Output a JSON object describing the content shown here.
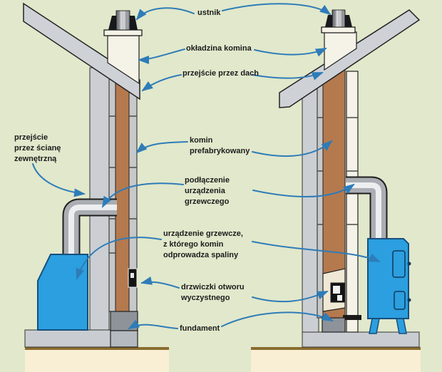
{
  "diagram_title": "",
  "labels": [
    {
      "id": "ustnik",
      "lines": [
        "ustnik"
      ]
    },
    {
      "id": "okladzina-komina",
      "lines": [
        "okładzina komina"
      ]
    },
    {
      "id": "przejscie-przez-dach",
      "lines": [
        "przejście przez dach"
      ]
    },
    {
      "id": "komin-prefabrykowany",
      "lines": [
        "komin",
        "prefabrykowany"
      ]
    },
    {
      "id": "podlaczenie-urzadzenia",
      "lines": [
        "podłączenie",
        "urządzenia",
        "grzewczego"
      ]
    },
    {
      "id": "urzadzenie-grzewcze",
      "lines": [
        "urządzenie grzewcze,",
        "z którego komin",
        "odprowadza spaliny"
      ]
    },
    {
      "id": "drzwiczki",
      "lines": [
        "drzwiczki otworu",
        "wyczystnego"
      ]
    },
    {
      "id": "fundament",
      "lines": [
        "fundament"
      ]
    },
    {
      "id": "przejscie-przez-sciane",
      "lines": [
        "przejście",
        "przez ścianę",
        "zewnętrzną"
      ]
    }
  ],
  "arrows": [
    {
      "from": "ustnik",
      "to": "left-chimney-mouthpiece"
    },
    {
      "from": "ustnik",
      "to": "right-chimney-mouthpiece"
    },
    {
      "from": "okladzina-komina",
      "to": "left-chimney-cladding"
    },
    {
      "from": "okladzina-komina",
      "to": "right-chimney-cladding"
    },
    {
      "from": "przejscie-przez-dach",
      "to": "left-roof-penetration"
    },
    {
      "from": "przejscie-przez-dach",
      "to": "right-roof-penetration"
    },
    {
      "from": "komin-prefabrykowany",
      "to": "left-chimney-column"
    },
    {
      "from": "komin-prefabrykowany",
      "to": "right-chimney-column"
    },
    {
      "from": "podlaczenie-urzadzenia",
      "to": "left-flue-pipe"
    },
    {
      "from": "podlaczenie-urzadzenia",
      "to": "right-flue-pipe"
    },
    {
      "from": "urzadzenie-grzewcze",
      "to": "left-boiler"
    },
    {
      "from": "urzadzenie-grzewcze",
      "to": "right-stove"
    },
    {
      "from": "drzwiczki",
      "to": "left-cleanout-door"
    },
    {
      "from": "drzwiczki",
      "to": "right-cleanout-door"
    },
    {
      "from": "fundament",
      "to": "left-foundation"
    },
    {
      "from": "fundament",
      "to": "right-foundation"
    },
    {
      "from": "przejscie-przez-sciane",
      "to": "left-wall-penetration"
    }
  ],
  "colors": {
    "background": "#e1e8cb",
    "roof_wall_gray": "#ced2d7",
    "slab_gray": "#c9cdd1",
    "chimney_brown": "#b5794e",
    "lining_gray": "#c6c8c9",
    "cladding_white": "#f5f2e7",
    "cleanout_panel": "#efe8d4",
    "device_blue": "#2b9fe0",
    "device_outline": "#174f7c",
    "ground_beige": "#f9efd4",
    "ground_line_brown": "#8a6c2e",
    "fundament_dark": "#8d9399",
    "fundament_light": "#b4bac0",
    "cap_dark": "#17191b",
    "arrow_blue": "#2e7cb8",
    "text": "#1c1c1c"
  }
}
